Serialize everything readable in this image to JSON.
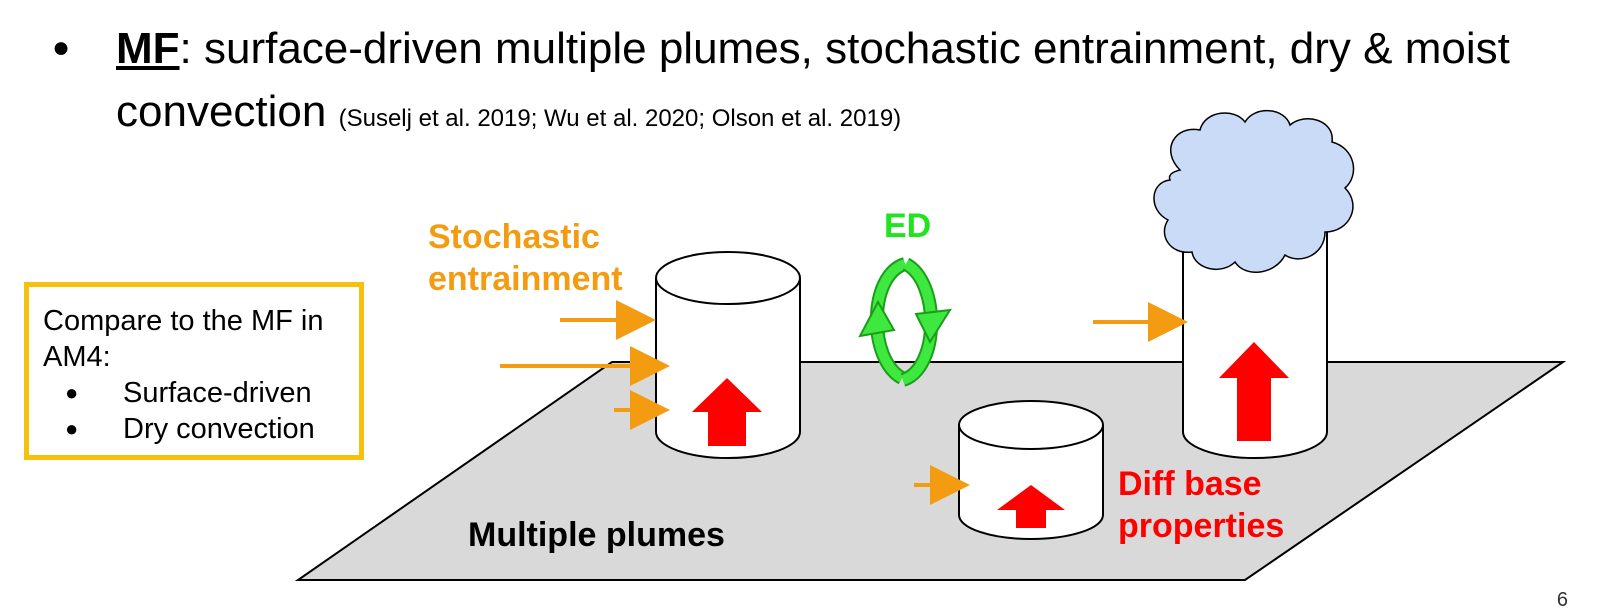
{
  "slide": {
    "bullet": {
      "term": "MF",
      "text_line1": ": surface-driven multiple plumes, stochastic entrainment, dry & moist",
      "text_line2": "convection",
      "citation": "(Suselj et al. 2019; Wu et al. 2020; Olson et al. 2019)"
    },
    "note_box": {
      "heading": "Compare to the MF in AM4:",
      "items": [
        "Surface-driven",
        "Dry convection"
      ]
    },
    "diagram": {
      "label_entrainment_line1": "Stochastic",
      "label_entrainment_line2": "entrainment",
      "label_ed": "ED",
      "label_base_line1": "Diff base",
      "label_base_line2": "properties",
      "label_plumes": "Multiple plumes"
    },
    "page_number": "6"
  },
  "colors": {
    "orange": "#f39c12",
    "green": "#1fe51f",
    "red": "#ff0000",
    "box_border": "#f4c20d",
    "cloud": "#c9dbf6",
    "surface": "#d9d9d9"
  },
  "icons": [
    "bullet-icon",
    "arrow-icon",
    "up-arrow-icon",
    "circular-arrows-icon",
    "cloud-icon"
  ]
}
